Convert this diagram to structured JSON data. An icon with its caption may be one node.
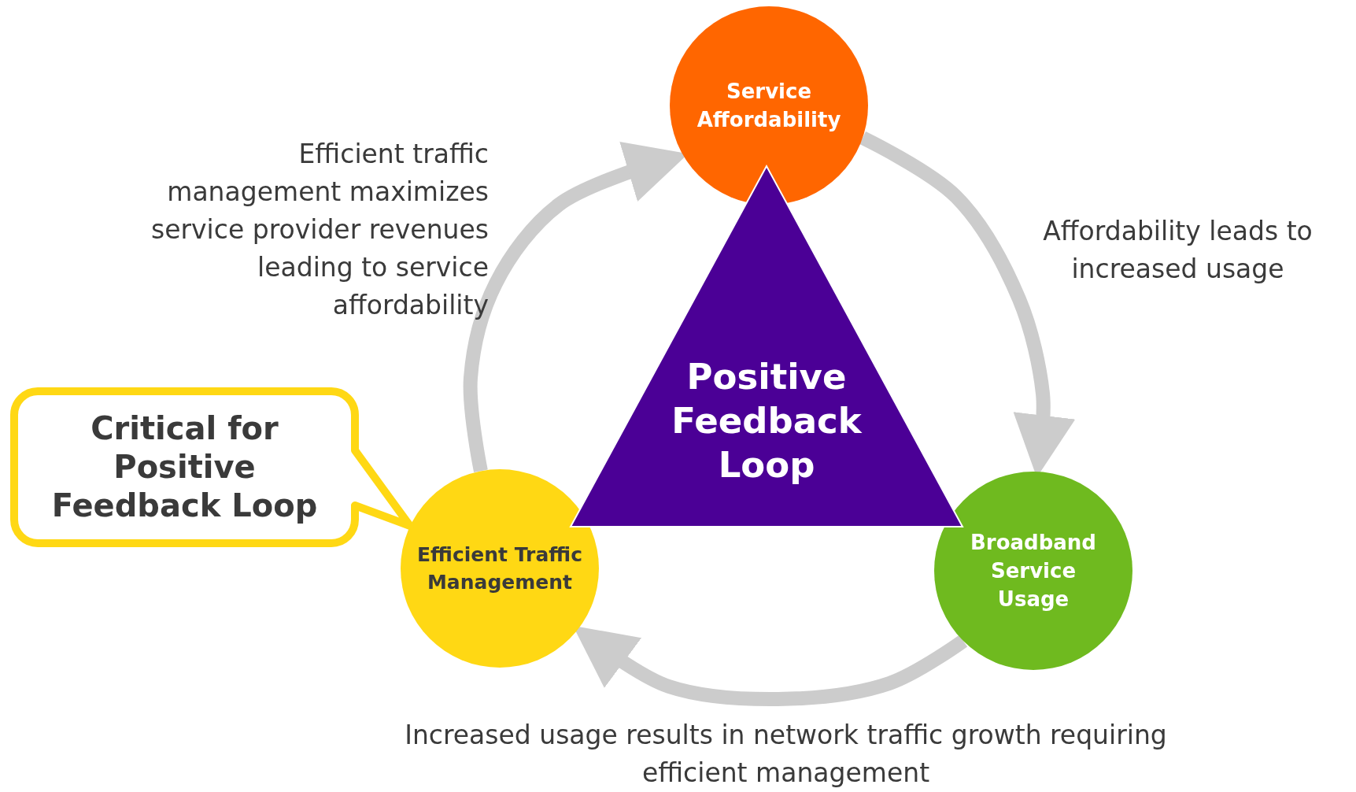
{
  "diagram": {
    "nodes": [
      {
        "text": [
          "Service Affordability"
        ]
      },
      {
        "text": [
          "Positive Feedback Loop"
        ]
      },
      {
        "text": [
          "Critical for Positive Feedback Loop"
        ]
      },
      {
        "text": [
          "Efficient Traffic Management"
        ]
      },
      {
        "text": [
          "Broadband Service Usage"
        ]
      }
    ],
    "edges": [
      {
        "from": 0,
        "to": 4,
        "arrow": "to",
        "label": "Affordability leads to increased usage"
      },
      {
        "from": 4,
        "to": 3,
        "arrow": "to",
        "label": "Increased usage results in network traffic growth requiring efficient management"
      },
      {
        "from": 3,
        "to": 0,
        "arrow": "to",
        "label": "Efficient traffic management maximizes service provider revenues leading to service affordability"
      }
    ]
  }
}
